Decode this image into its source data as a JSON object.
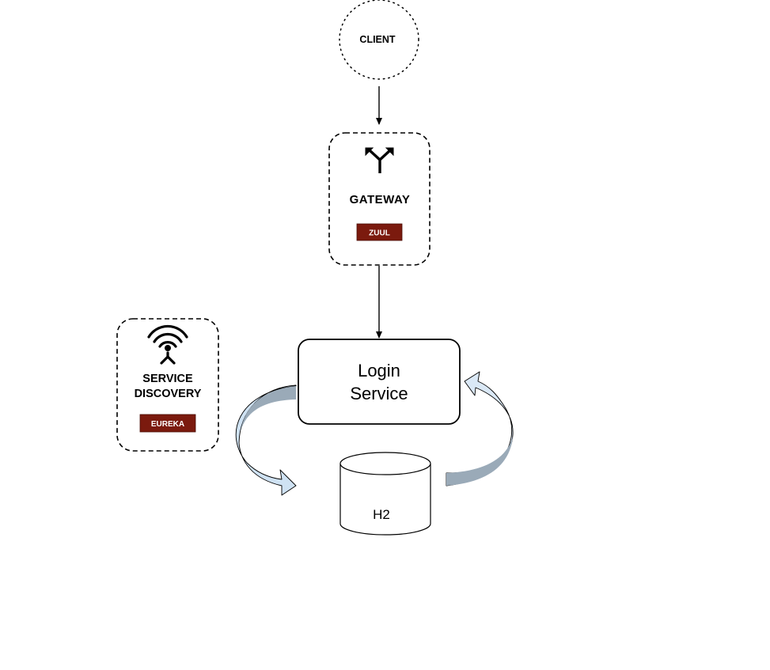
{
  "nodes": {
    "client": {
      "label": "CLIENT"
    },
    "gateway": {
      "label": "GATEWAY",
      "badge": "ZUUL",
      "icon": "route-split-icon"
    },
    "service_discovery": {
      "label_line1": "SERVICE",
      "label_line2": "DISCOVERY",
      "badge": "EUREKA",
      "icon": "antenna-icon"
    },
    "login_service": {
      "label_line1": "Login",
      "label_line2": "Service"
    },
    "database": {
      "label": "H2"
    }
  },
  "colors": {
    "badge": "#7b1a0e",
    "arrow_left_fill": "#cfe2f3",
    "arrow_right_fill": "#dae8f6",
    "arrow_shadow": "#9aaab8",
    "stroke": "#000000"
  }
}
